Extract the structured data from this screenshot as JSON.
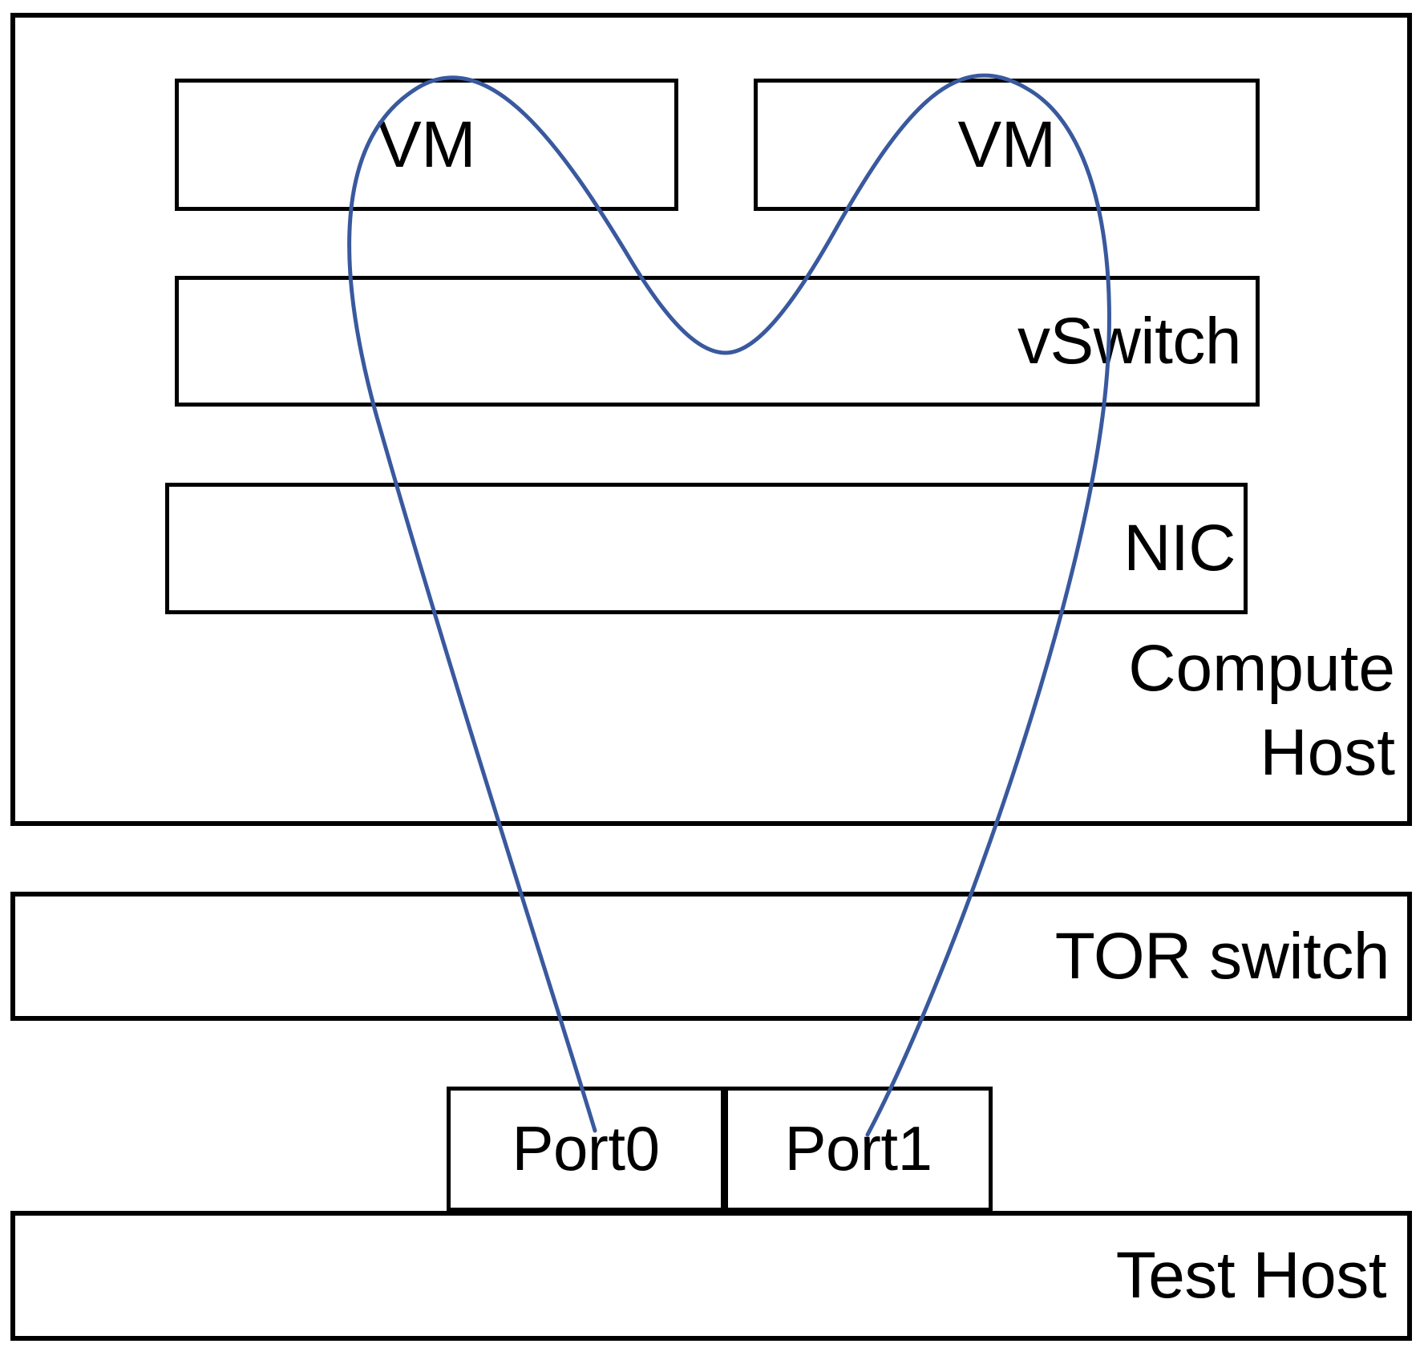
{
  "diagram": {
    "title": "VM loopback traffic path through vSwitch, NIC, TOR switch to test host ports",
    "accent_color": "#39599E",
    "line_color": "#000000",
    "background_color": "#FFFFFF"
  },
  "compute_host": {
    "label": "Compute\nHost",
    "vm1": {
      "label": "VM"
    },
    "vm2": {
      "label": "VM"
    },
    "vswitch": {
      "label": "vSwitch"
    },
    "nic": {
      "label": "NIC"
    }
  },
  "tor_switch": {
    "label": "TOR switch"
  },
  "test_host": {
    "label": "Test Host",
    "port0": {
      "label": "Port0"
    },
    "port1": {
      "label": "Port1"
    }
  },
  "connector": {
    "name": "loopback-cable",
    "color": "#39599E",
    "stroke_width": 5,
    "from": "Port0",
    "to": "Port1"
  }
}
